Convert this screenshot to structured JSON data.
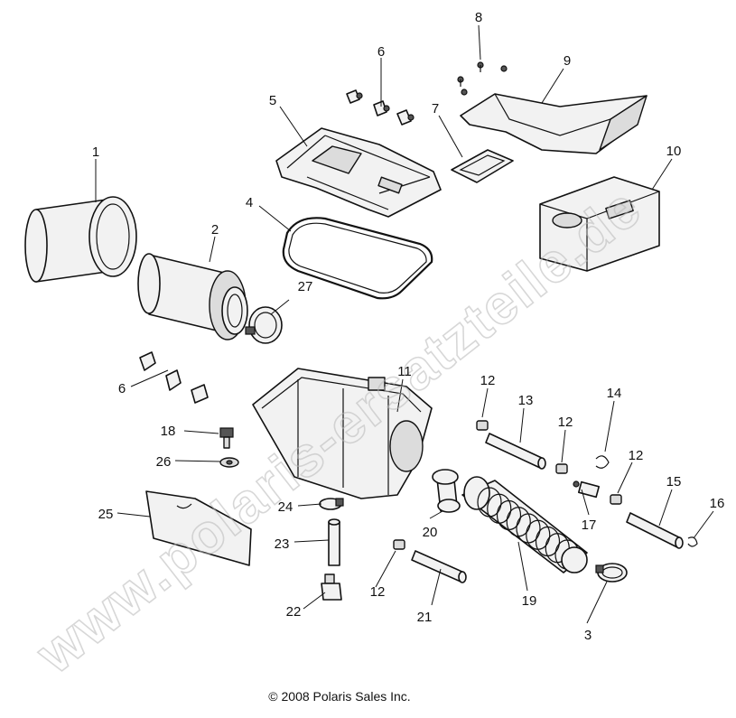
{
  "watermark": "www.polaris-ersatzteile.de",
  "copyright": "© 2008 Polaris Sales Inc.",
  "callouts": {
    "c1": "1",
    "c2": "2",
    "c3": "3",
    "c4": "4",
    "c5": "5",
    "c6a": "6",
    "c6b": "6",
    "c7": "7",
    "c8": "8",
    "c9": "9",
    "c10": "10",
    "c11": "11",
    "c12a": "12",
    "c12b": "12",
    "c12c": "12",
    "c12d": "12",
    "c13": "13",
    "c14": "14",
    "c15": "15",
    "c16": "16",
    "c17": "17",
    "c18": "18",
    "c19": "19",
    "c20": "20",
    "c21": "21",
    "c22": "22",
    "c23": "23",
    "c24": "24",
    "c25": "25",
    "c26": "26",
    "c27": "27"
  }
}
